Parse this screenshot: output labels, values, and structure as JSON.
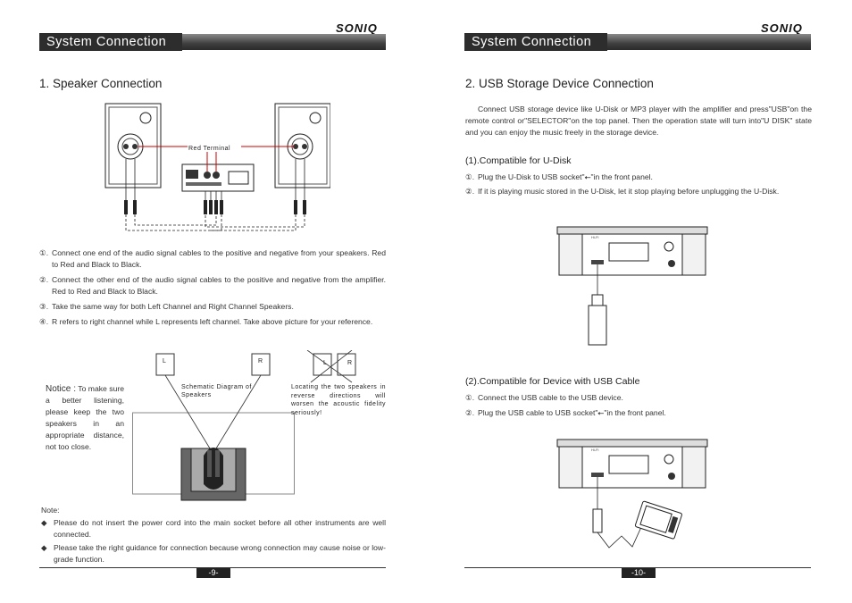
{
  "left": {
    "banner_title": "System  Connection",
    "brand": "SONIQ",
    "section_title": "1. Speaker Connection",
    "diagram_label": "Red  Terminal",
    "steps": [
      {
        "num": "①.",
        "text": "Connect one end of the audio signal cables to the positive and negative from your speakers. Red to Red and Black to Black."
      },
      {
        "num": "②.",
        "text": "Connect the other end of the audio signal cables to the positive and negative from the amplifier. Red to Red and Black to Black."
      },
      {
        "num": "③.",
        "text": "Take the same way for both Left Channel and Right Channel Speakers."
      },
      {
        "num": "④.",
        "text": "R refers to right channel while L represents left channel. Take above picture for your reference."
      }
    ],
    "placement": {
      "l_label": "L",
      "r_label": "R",
      "schematic_label": "Schematic Diagram of Speakers",
      "warning_text": "Locating the two speakers in reverse directions will worsen the acoustic fidelity seriously!",
      "notice_title": "Notice :",
      "notice_text": "To make sure a better listening, please keep the two speakers in an appropriate distance, not too close."
    },
    "note_title": "Note:",
    "notes": [
      "Please do not insert the power cord into the main socket before all other instruments are well connected.",
      "Please take the right guidance for connection because wrong connection may cause noise or low-grade function."
    ],
    "page_number": "-9-"
  },
  "right": {
    "banner_title": "System  Connection",
    "brand": "SONIQ",
    "section_title": "2. USB Storage Device Connection",
    "intro": "Connect USB storage device like U-Disk or MP3 player with the amplifier and press\"USB\"on the remote control or\"SELECTOR\"on the top panel. Then the operation state will turn into\"U DISK\" state and you can enjoy the music freely in the storage device.",
    "sub1_title": "(1).Compatible for U-Disk",
    "sub1_items": [
      {
        "num": "①.",
        "text": "Plug the U-Disk to USB socket\"",
        "suffix": "\"in the front panel."
      },
      {
        "num": "②.",
        "text": "If it is playing music stored in the U-Disk, let it stop playing before unplugging the U-Disk.",
        "suffix": ""
      }
    ],
    "sub2_title": "(2).Compatible for Device with USB Cable",
    "sub2_items": [
      {
        "num": "①.",
        "text": "Connect the USB cable to the USB device.",
        "suffix": ""
      },
      {
        "num": "②.",
        "text": "Plug the USB cable to USB socket\"",
        "suffix": "\"in the front panel."
      }
    ],
    "page_number": "-10-"
  },
  "icons": [
    "usb-icon",
    "speaker-icon",
    "amplifier-icon",
    "mp3-player-icon",
    "u-disk-icon",
    "diamond-bullet-icon"
  ]
}
